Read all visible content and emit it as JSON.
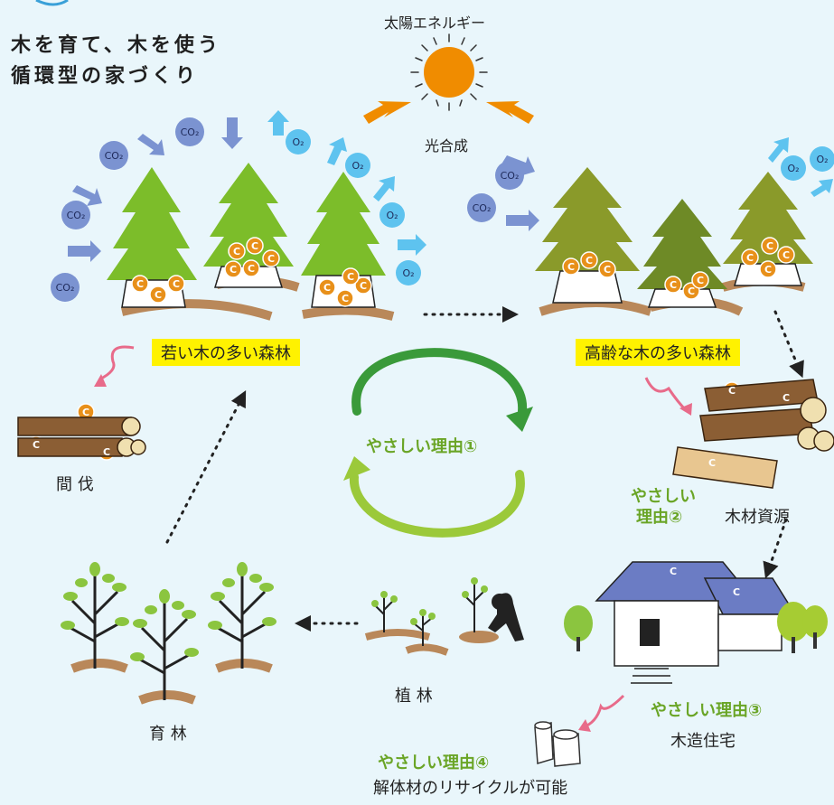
{
  "title": {
    "line1": "木を育て、木を使う",
    "line2": "循環型の家づくり"
  },
  "labels": {
    "solar": "太陽エネルギー",
    "photosynthesis": "光合成",
    "young_forest": "若い木の多い森林",
    "old_forest": "高齢な木の多い森林",
    "thinning": "間 伐",
    "timber": "木材資源",
    "reason1": "やさしい理由①",
    "reason2_line1": "やさしい",
    "reason2_line2": "理由②",
    "reason3": "やさしい理由③",
    "reason4": "やさしい理由④",
    "wooden_house": "木造住宅",
    "planting": "植 林",
    "nurturing": "育 林",
    "recycle": "解体材のリサイクルが可能"
  },
  "molecules": {
    "co2": "CO₂",
    "o2": "O₂",
    "carbon": "C"
  },
  "colors": {
    "background": "#e9f6fb",
    "highlight": "#fff200",
    "reason_green": "#6aa526",
    "co2_blue": "#7b93d1",
    "o2_blue": "#5ec3ef",
    "sun_orange": "#f08c00",
    "carbon_orange": "#e8901a",
    "tree_young": "#7cbd2a",
    "tree_old": "#8a9a2a",
    "trunk_brown": "#a67c52",
    "pink_arrow": "#e86b8a"
  }
}
